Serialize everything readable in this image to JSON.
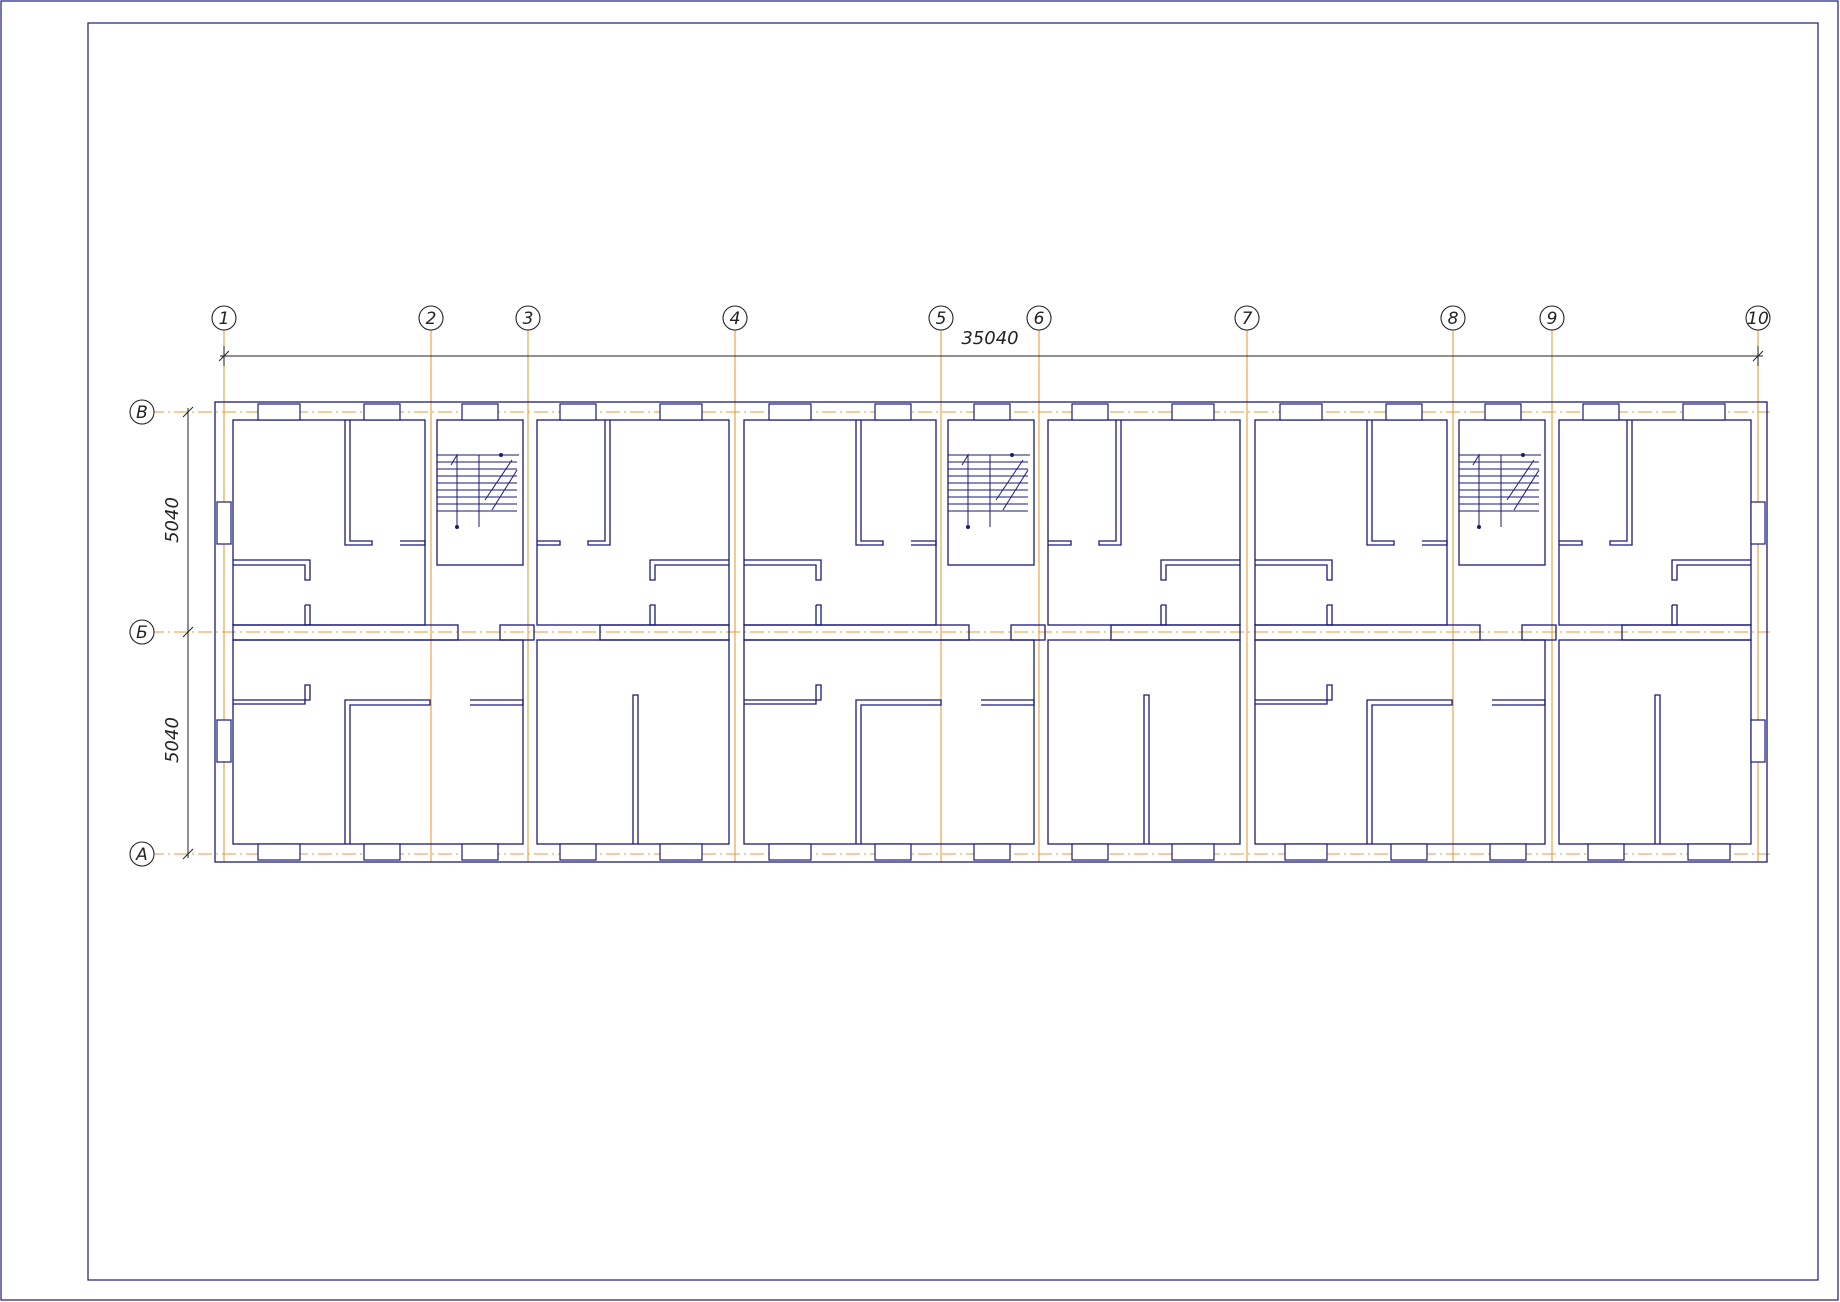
{
  "drawing": {
    "dimensions": {
      "overall_length": "35040",
      "bay_upper": "5040",
      "bay_lower": "5040"
    },
    "column_axes": [
      "1",
      "2",
      "3",
      "4",
      "5",
      "6",
      "7",
      "8",
      "9",
      "10"
    ],
    "row_axes": [
      "В",
      "Б",
      "А"
    ],
    "colors": {
      "wall": "#1a1a7a",
      "axis": "#e89a3c",
      "frame": "#1a1a7a",
      "dim": "#222222"
    }
  }
}
